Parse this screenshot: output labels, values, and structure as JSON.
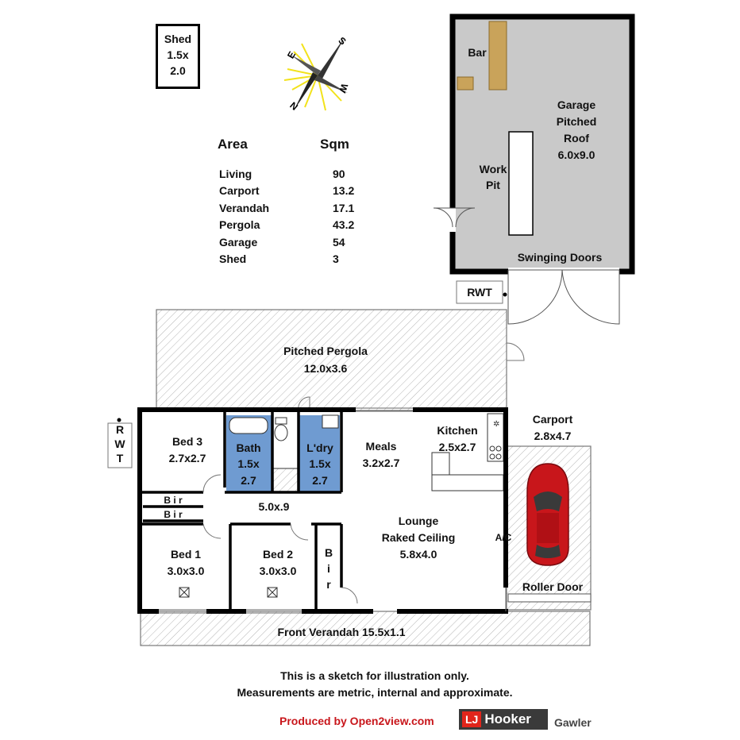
{
  "shed_box": {
    "line1": "Shed",
    "line2": "1.5x",
    "line3": "2.0"
  },
  "compass": {
    "n": "N",
    "s": "S",
    "e": "E",
    "w": "W"
  },
  "area_table": {
    "header_area": "Area",
    "header_sqm": "Sqm",
    "rows": [
      {
        "name": "Living",
        "sqm": "90"
      },
      {
        "name": "Carport",
        "sqm": "13.2"
      },
      {
        "name": "Verandah",
        "sqm": "17.1"
      },
      {
        "name": "Pergola",
        "sqm": "43.2"
      },
      {
        "name": "Garage",
        "sqm": "54"
      },
      {
        "name": "Shed",
        "sqm": "3"
      }
    ]
  },
  "garage": {
    "bar": "Bar",
    "title1": "Garage",
    "title2": "Pitched",
    "title3": "Roof",
    "dims": "6.0x9.0",
    "work1": "Work",
    "work2": "Pit",
    "doors": "Swinging Doors"
  },
  "rwt_top": "RWT",
  "rwt_side": {
    "r": "R",
    "w": "W",
    "t": "T"
  },
  "pergola": {
    "title": "Pitched Pergola",
    "dims": "12.0x3.6"
  },
  "rooms": {
    "bed3": {
      "name": "Bed 3",
      "dims": "2.7x2.7"
    },
    "bath": {
      "name": "Bath",
      "dims1": "1.5x",
      "dims2": "2.7"
    },
    "ldry": {
      "name": "L'dry",
      "dims1": "1.5x",
      "dims2": "2.7"
    },
    "meals": {
      "name": "Meals",
      "dims": "3.2x2.7"
    },
    "kitchen": {
      "name": "Kitchen",
      "dims": "2.5x2.7"
    },
    "carport": {
      "name": "Carport",
      "dims": "2.8x4.7"
    },
    "bir1": "B i r",
    "bir2": "B i r",
    "hall": "5.0x.9",
    "lounge": {
      "name": "Lounge",
      "line2": "Raked Ceiling",
      "dims": "5.8x4.0"
    },
    "ac": "A/C",
    "bed1": {
      "name": "Bed 1",
      "dims": "3.0x3.0"
    },
    "bed2": {
      "name": "Bed 2",
      "dims": "3.0x3.0"
    },
    "bir3": {
      "b": "B",
      "i": "i",
      "r": "r"
    },
    "roller": "Roller Door",
    "verandah": "Front Verandah 15.5x1.1"
  },
  "footer": {
    "line1": "This is a sketch for illustration only.",
    "line2": "Measurements are metric, internal and approximate.",
    "produced": "Produced by Open2view.com",
    "brand_lj": "LJ",
    "brand_hooker": "Hooker",
    "office": "Gawler"
  },
  "colors": {
    "wet_area": "#6f9bd1",
    "garage_fill": "#c9c9c9",
    "bar": "#c9a35a",
    "car": "#c8161b",
    "produced": "#c8161b",
    "brand_bg": "#3a3a3a",
    "brand_logo": "#e1251b"
  }
}
